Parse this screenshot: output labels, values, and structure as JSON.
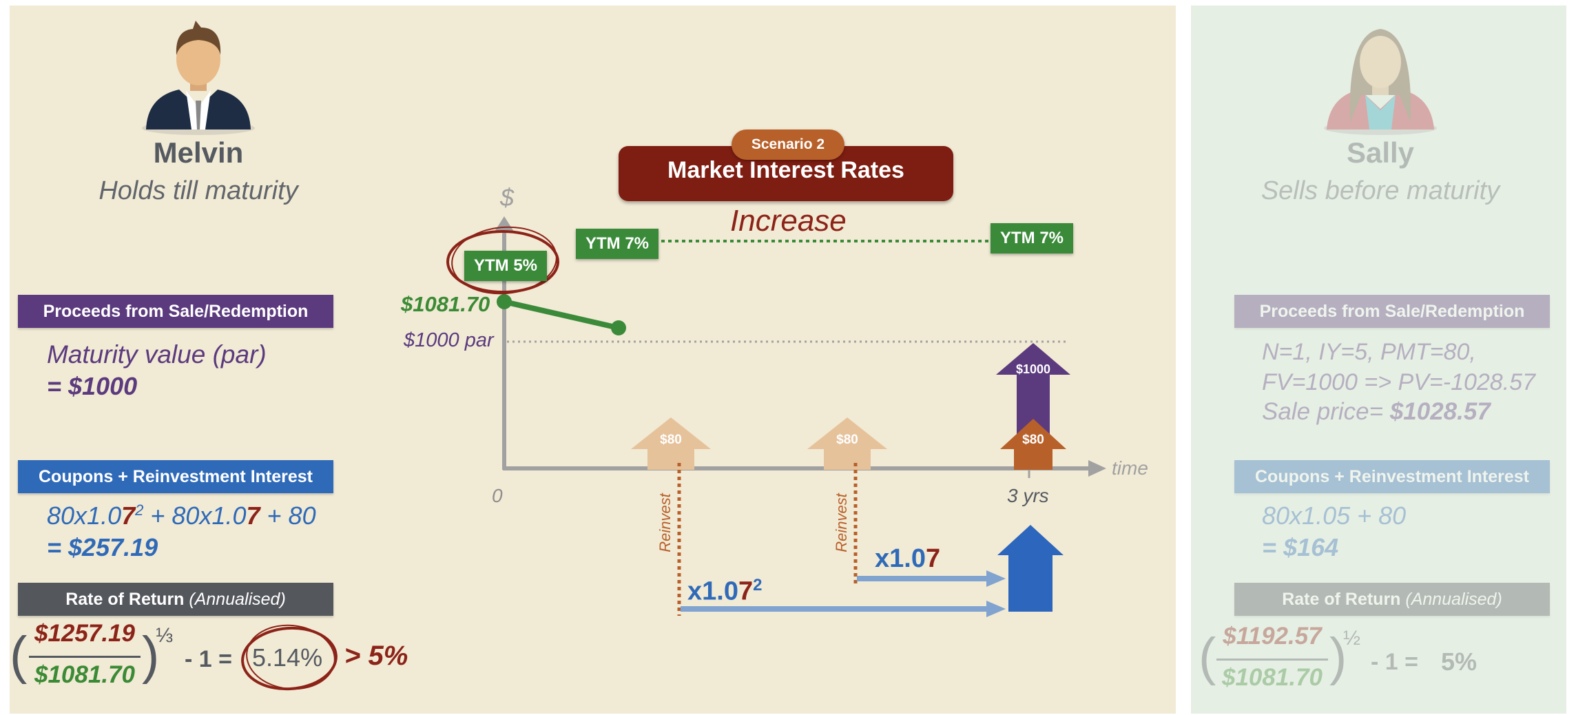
{
  "scenario": {
    "badge": "Scenario 2",
    "title": "Market Interest Rates",
    "subtitle": "Increase"
  },
  "melvin": {
    "name": "Melvin",
    "subtitle": "Holds till maturity",
    "proceeds_header": "Proceeds from Sale/Redemption",
    "proceeds_line1": "Maturity value (par)",
    "proceeds_line2": "= $1000",
    "coupons_header": "Coupons + Reinvestment Interest",
    "coupons_p1": "80x1.0",
    "coupons_p2": "7",
    "coupons_p3": "2",
    "coupons_p4": " + 80x1.0",
    "coupons_p5": "7",
    "coupons_p6": " + 80",
    "coupons_total": "= $257.19",
    "rate_header_bold": "Rate of Return",
    "rate_header_ital": "(Annualised)",
    "numerator": "$1257.19",
    "denominator": "$1081.70",
    "open_paren": "(",
    "close_paren": ")",
    "exponent": "⅓",
    "minus_one": "- 1 =",
    "result": "5.14%",
    "comparison": "> 5%"
  },
  "sally": {
    "name": "Sally",
    "subtitle": "Sells before maturity",
    "proceeds_header": "Proceeds from Sale/Redemption",
    "proceeds_line1": "N=1, IY=5, PMT=80,",
    "proceeds_line2": "FV=1000  =>  PV=-1028.57",
    "proceeds_line3_label": "Sale price= ",
    "proceeds_line3_value": "$1028.57",
    "coupons_header": "Coupons + Reinvestment Interest",
    "coupons_formula": "80x1.05 + 80",
    "coupons_total": "= $164",
    "rate_header_bold": "Rate of Return",
    "rate_header_ital": "(Annualised)",
    "numerator": "$1192.57",
    "denominator": "$1081.70",
    "open_paren": "(",
    "close_paren": ")",
    "exponent": "½",
    "minus_one": "- 1 =",
    "result": "5%"
  },
  "diagram": {
    "y_axis_label": "$",
    "x_axis_label": "time",
    "origin_label": "0",
    "end_label": "3 yrs",
    "price_label": "$1081.70",
    "par_label": "$1000 par",
    "ytm_start": "YTM 5%",
    "ytm_mid": "YTM 7%",
    "ytm_end": "YTM 7%",
    "coupon_1": "$80",
    "coupon_2": "$80",
    "coupon_3": "$80",
    "par_payment": "$1000",
    "reinvest_1": "Reinvest",
    "reinvest_2": "Reinvest",
    "mult_1_base": "x1.0",
    "mult_1_red": "7",
    "mult_1_exp": "2",
    "mult_2_base": "x1.0",
    "mult_2_red": "7"
  },
  "colors": {
    "purple": "#5b3a7e",
    "blue": "#2f6ab8",
    "dark_red": "#8c2318",
    "green": "#3b8a3a",
    "orange": "#b8602a",
    "tan": "#e6c29b",
    "grey": "#555a61"
  }
}
